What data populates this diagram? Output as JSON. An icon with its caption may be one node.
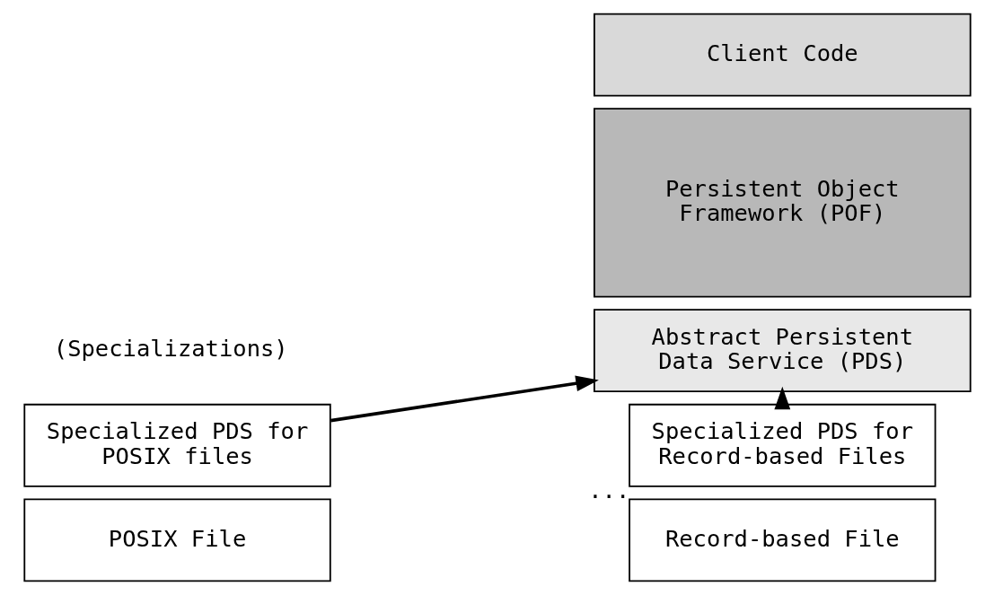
{
  "diagram": {
    "nodes": [
      {
        "text": [
          "Client Code"
        ]
      },
      {
        "text": [
          "Persistent Object Framework (POF)"
        ]
      },
      {
        "text": [
          "Abstract Persistent Data Service (PDS)"
        ]
      },
      {
        "text": [
          "Specialized PDS for POSIX files"
        ]
      },
      {
        "text": [
          "POSIX File"
        ]
      },
      {
        "text": [
          "Specialized PDS for Record-based Files"
        ],
        "beside": [
          "···"
        ]
      },
      {
        "text": [
          "Record-based File"
        ]
      }
    ],
    "edges": [
      {
        "from": 3,
        "to": 2,
        "arrow": "to"
      },
      {
        "from": 5,
        "to": 2,
        "arrow": "to"
      }
    ],
    "labels": [
      "(Specializations)"
    ]
  }
}
